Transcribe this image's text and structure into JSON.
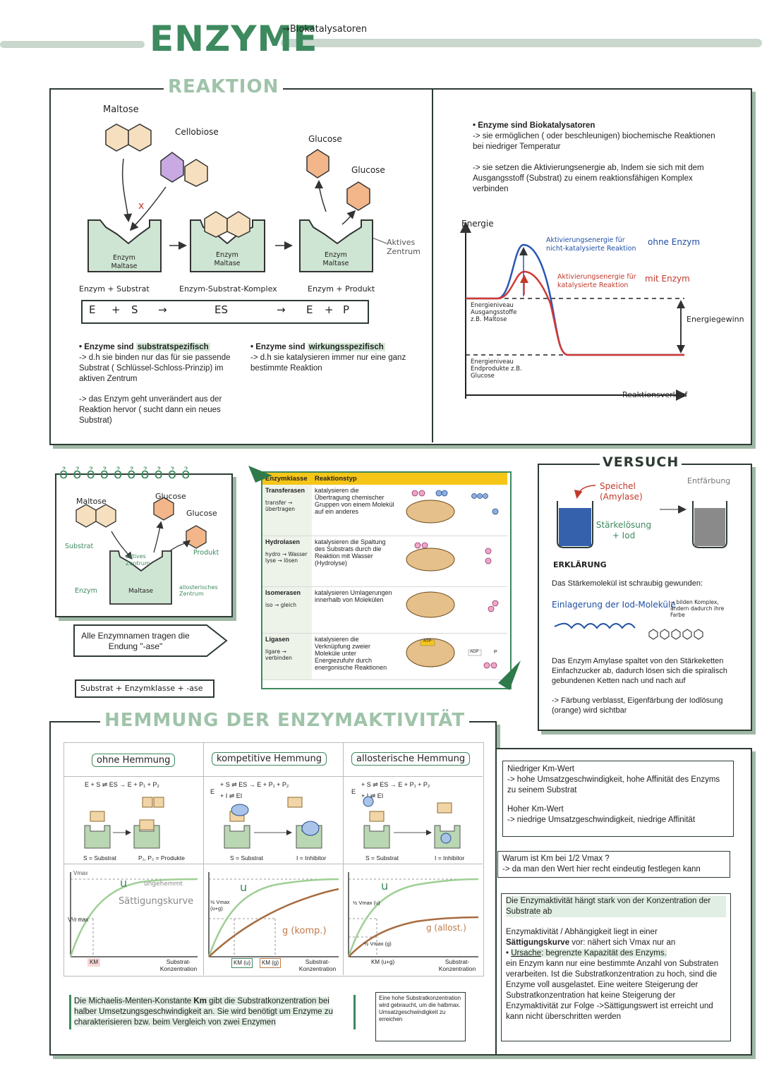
{
  "header": {
    "title": "ENZYME",
    "arrow_note": "→Biokatalysatoren",
    "section": "REAKTION"
  },
  "reaction": {
    "maltose": "Maltose",
    "cellobiose": "Cellobiose",
    "glucose1": "Glucose",
    "glucose2": "Glucose",
    "active_center": "Aktives Zentrum",
    "enzyme_label": "Enzym Maltase",
    "stage1": "Enzym + Substrat",
    "stage2": "Enzym-Substrat-Komplex",
    "stage3": "Enzym + Produkt",
    "eq_E": "E",
    "eq_plus1": "+",
    "eq_S": "S",
    "eq_arrow1": "→",
    "eq_ES": "ES",
    "eq_arrow2": "→",
    "eq_E2": "E",
    "eq_plus2": "+",
    "eq_P": "P",
    "substrate_spec_lead": "Enzyme sind ",
    "substrate_spec_hl": "substratspezifisch",
    "substrate_spec_text": "-> d.h sie binden nur das für sie passende Substrat ( Schlüssel-Schloss-Prinzip) im aktiven Zentrum",
    "unchanged_text": "-> das Enzym geht unverändert aus der Reaktion hervor ( sucht dann ein neues Substrat)",
    "effect_spec_lead": "Enzyme sind ",
    "effect_spec_hl": "wirkungsspezifisch",
    "effect_spec_text": "-> d.h sie katalysieren immer nur eine ganz bestimmte Reaktion"
  },
  "energy": {
    "bullet_title": "Enzyme sind Biokatalysatoren",
    "text1": "-> sie ermöglichen ( oder beschleunigen) biochemische Reaktionen bei niedriger Temperatur",
    "text2": "-> sie setzen die Aktivierungsenergie ab, Indem sie sich mit dem Ausgangsstoff (Substrat) zu einem reaktionsfähigen Komplex verbinden",
    "y_label": "Energie",
    "x_label": "Reaktionsverlauf",
    "act_without": "Aktivierungsenergie für nicht-katalysierte Reaktion",
    "without": "ohne Enzym",
    "act_with": "Aktivierungsenergie für katalysierte Reaktion",
    "with": "mit Enzym",
    "start_level": "Energieniveau Ausgangsstoffe z.B. Maltose",
    "end_level": "Energieniveau Endprodukte z.B. Glucose",
    "gain": "Energiegewinn",
    "colors": {
      "without": "#2a56b5",
      "with": "#d13a34"
    }
  },
  "mini": {
    "maltose": "Maltose",
    "glucose1": "Glucose",
    "glucose2": "Glucose",
    "substrat": "Substrat",
    "active": "aktives Zentrum",
    "product": "Produkt",
    "enzym": "Enzym",
    "maltase": "Maltase",
    "allosteric": "allosterisches Zentrum"
  },
  "naming": {
    "ase_note": "Alle Enzymnamen tragen die Endung \"-ase\"",
    "formula": "Substrat + Enzymklasse + -ase"
  },
  "classes": {
    "head1": "Enzymklasse",
    "head2": "Reaktionstyp",
    "rows": [
      {
        "name": "Transferasen",
        "note": "transfer → übertragen",
        "desc": "katalysieren die Übertragung chemischer Gruppen von einem Molekül auf ein anderes"
      },
      {
        "name": "Hydrolasen",
        "note": "hydro → Wasser lyse → lösen",
        "desc": "katalysieren die Spaltung des Substrats durch die Reaktion mit Wasser (Hydrolyse)"
      },
      {
        "name": "Isomerasen",
        "note": "iso → gleich",
        "desc": "katalysieren Umlagerungen innerhalb von Molekülen"
      },
      {
        "name": "Ligasen",
        "note": "ligare → verbinden",
        "desc": "katalysieren die Verknüpfung zweier Moleküle unter Energiezufuhr durch energonische Reaktionen"
      }
    ],
    "atp": "ATP",
    "adp": "ADP",
    "p": "P"
  },
  "versuch": {
    "title": "VERSUCH",
    "entfaerbung": "Entfärbung",
    "speichel": "Speichel (Amylase)",
    "staerke": "Stärkelösung + Iod",
    "erkl": "ERKLÄRUNG",
    "erkl1": "Das Stärkemolekül ist schraubig gewunden:",
    "einlagerung": "Einlagerung der Iod-Moleküle",
    "komplex": "→ bilden Komplex, ändern dadurch ihre Farbe",
    "erkl2": "Das Enzym Amylase spaltet von den Stärkeketten Einfachzucker ab, dadurch lösen sich die spiralisch gebundenen Ketten nach und nach auf",
    "erkl3": "-> Färbung verblasst, Eigenfärbung der Iodlösung (orange) wird sichtbar"
  },
  "hemmung": {
    "title": "HEMMUNG DER ENZYMAKTIVITÄT",
    "panels": [
      {
        "head": "ohne Hemmung",
        "eq": "E + S ⇌ ES → E + P₁ + P₂",
        "leg1": "S = Substrat",
        "leg2": "P₁, P₂ = Produkte",
        "vmax": "Vmax",
        "v2": "V½ max",
        "curve": "Sättigungskurve",
        "km": "KM",
        "ungehemmt": "ungehemmt",
        "u": "u",
        "xlab": "Substrat-Konzentration"
      },
      {
        "head": "kompetitive Hemmung",
        "eq": "+ S ⇌ ES → E + P₁ + P₂",
        "eq2": "+ I ⇌ EI",
        "leg1": "S = Substrat",
        "leg2": "I = Inhibitor",
        "v2": "½ Vmax (u+g)",
        "g": "g (komp.)",
        "u": "u",
        "km1": "KM (u)",
        "km2": "KM (g)",
        "xlab": "Substrat-Konzentration"
      },
      {
        "head": "allosterische Hemmung",
        "eq": "+ S ⇌ ES → E + P₁ + P₂",
        "eq2": "+ I ⇌ EI",
        "leg1": "S = Substrat",
        "leg2": "I = Inhibitor",
        "v2": "½ Vmax (u)",
        "v2g": "½ Vmax (g)",
        "g": "g (allost.)",
        "u": "u",
        "km": "KM (u+g)",
        "xlab": "Substrat-Konzentration"
      }
    ],
    "km_box_pre": "Die Michaelis-Menten-Konstante ",
    "km_box_bold": "Km",
    "km_box_post": " gibt die Substratkonzentration bei halber Umsetzungsgeschwindigkeit an. Sie wird benötigt um Enzyme zu charakterisieren bzw. beim Vergleich von zwei Enzymen",
    "small_note": "Eine hohe Substratkonzentration wird gebraucht, um die halbmax. Umsatzgeschwindigkeit zu erreichen",
    "low_km": "Niedriger Km-Wert",
    "low_km_text": "-> hohe Umsatzgeschwindigkeit, hohe Affinität des Enzyms zu seinem Substrat",
    "high_km": "Hoher Km-Wert",
    "high_km_text": "-> niedrige Umsatzgeschwindigkeit, niedrige Affinität",
    "why": "Warum ist Km bei 1/2 Vmax ?",
    "why_text": "-> da man den Wert hier recht eindeutig festlegen kann",
    "activity": "Die Enzymaktivität hängt stark von der Konzentration der Substrate ab",
    "sat1": "Enzymaktivität / Abhängigkeit liegt in einer",
    "sat_bold": "Sättigungskurve",
    "sat2": " vor: nähert sich Vmax nur an",
    "ursache": "Ursache",
    "ursache_text": ": begrenzte Kapazität des Enzyms.",
    "sat3": "ein Enzym kann nur eine bestimmte Anzahl von Substraten verarbeiten. Ist die Substratkonzentration zu hoch, sind die Enzyme voll ausgelastet. Eine weitere Steigerung der Substratkonzentration hat keine Steigerung der Enzymaktivität zur Folge ->Sättigungswert ist erreicht und kann nicht überschritten werden"
  }
}
